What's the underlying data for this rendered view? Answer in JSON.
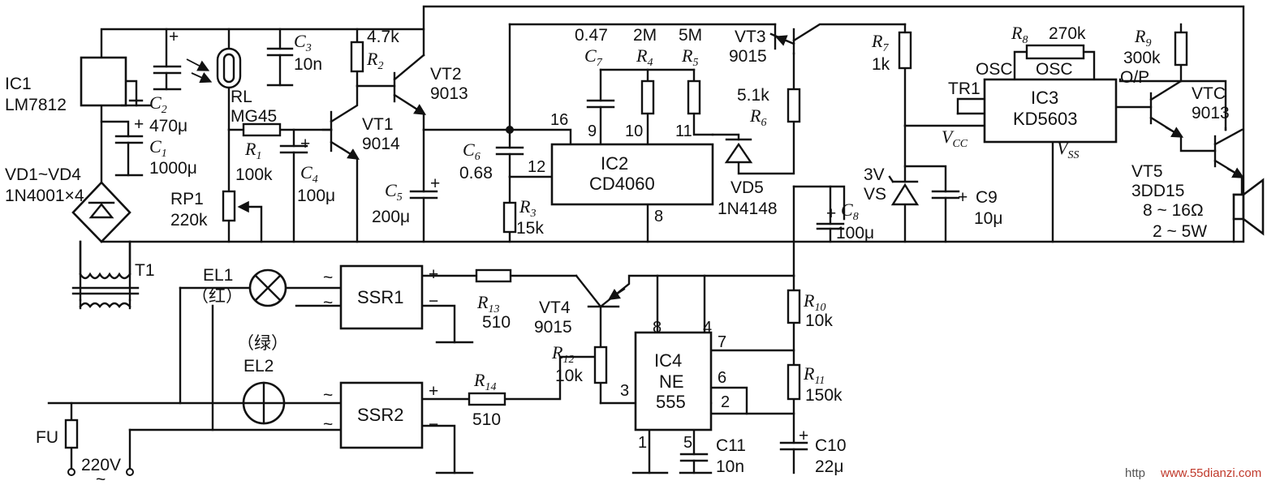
{
  "ic1": {
    "ref": "IC1",
    "part": "LM7812"
  },
  "c2": {
    "ref": "C",
    "n": "2",
    "plus": "+"
  },
  "c3": {
    "ref": "C",
    "n": "3",
    "val": "10n"
  },
  "rl": {
    "ref": "RL",
    "part": "MG45"
  },
  "r1": {
    "ref": "R",
    "n": "1",
    "val": "100k"
  },
  "c4": {
    "ref": "C",
    "n": "4",
    "val": "100μ",
    "plus": "+"
  },
  "rp1": {
    "ref": "RP1",
    "val": "220k"
  },
  "c1": {
    "ref": "C",
    "n": "1",
    "val1": "470μ",
    "val2": "1000μ",
    "plus": "+"
  },
  "bridge": {
    "ref": "VD1~VD4",
    "part": "1N4001×4"
  },
  "t1": {
    "ref": "T1"
  },
  "r2": {
    "val": "4.7k",
    "ref": "R",
    "n": "2"
  },
  "vt2": {
    "ref": "VT2",
    "part": "9013"
  },
  "vt1": {
    "ref": "VT1",
    "part": "9014"
  },
  "c5": {
    "ref": "C",
    "n": "5",
    "val": "200μ",
    "plus": "+"
  },
  "c6": {
    "ref": "C",
    "n": "6",
    "val": "0.68"
  },
  "r3": {
    "ref": "R",
    "n": "3",
    "val": "15k"
  },
  "c7": {
    "val": "0.47",
    "ref": "C",
    "n": "7"
  },
  "r4": {
    "val": "2M",
    "ref": "R",
    "n": "4"
  },
  "r5": {
    "val": "5M",
    "ref": "R",
    "n": "5"
  },
  "ic2": {
    "ref": "IC2",
    "part": "CD4060",
    "pins": {
      "p16": "16",
      "p9": "9",
      "p10": "10",
      "p11": "11",
      "p12": "12",
      "p8": "8"
    }
  },
  "vt3": {
    "ref": "VT3",
    "part": "9015"
  },
  "r6": {
    "val": "5.1k",
    "ref": "R",
    "n": "6"
  },
  "vd5": {
    "ref": "VD5",
    "part": "1N4148"
  },
  "c8": {
    "ref": "C",
    "n": "8",
    "val": "100μ",
    "plus": "+"
  },
  "r7": {
    "ref": "R",
    "n": "7",
    "val": "1k"
  },
  "r8": {
    "ref": "R",
    "n": "8",
    "val": "270k"
  },
  "ic3": {
    "ref": "IC3",
    "part": "KD5603",
    "osc1": "OSC",
    "osc2": "OSC",
    "tr1": "TR1",
    "op": "O/P",
    "vcc": "V",
    "vcc_sub": "CC",
    "vss": "V",
    "vss_sub": "SS"
  },
  "r9": {
    "ref": "R",
    "n": "9",
    "val": "300k"
  },
  "vtc": {
    "ref": "VTC",
    "part": "9013"
  },
  "vt5": {
    "ref": "VT5",
    "part": "3DD15"
  },
  "vs": {
    "ref": "VS",
    "val": "3V"
  },
  "c9": {
    "ref": "C9",
    "val": "10μ",
    "plus": "+"
  },
  "speaker": {
    "imp": "8 ~ 16Ω",
    "pow": "2 ~ 5W"
  },
  "el1": {
    "ref": "EL1",
    "color": "（红）"
  },
  "el2": {
    "ref": "EL2",
    "color": "（绿）"
  },
  "ssr1": {
    "ref": "SSR1",
    "plus": "+",
    "minus": "−",
    "t1": "~",
    "t2": "~"
  },
  "ssr2": {
    "ref": "SSR2",
    "plus": "+",
    "minus": "−",
    "t1": "~",
    "t2": "~"
  },
  "r13": {
    "ref": "R",
    "n": "13",
    "val": "510"
  },
  "r14": {
    "ref": "R",
    "n": "14",
    "val": "510"
  },
  "vt4": {
    "ref": "VT4",
    "part": "9015"
  },
  "r12": {
    "ref": "R",
    "n": "12",
    "val": "10k"
  },
  "ic4": {
    "ref": "IC4",
    "part": "NE",
    "part2": "555",
    "pins": {
      "p8": "8",
      "p4": "4",
      "p7": "7",
      "p6": "6",
      "p2": "2",
      "p3": "3",
      "p1": "1",
      "p5": "5"
    }
  },
  "r10": {
    "ref": "R",
    "n": "10",
    "val": "10k"
  },
  "r11": {
    "ref": "R",
    "n": "11",
    "val": "150k"
  },
  "c11": {
    "ref": "C11",
    "val": "10n"
  },
  "c10": {
    "ref": "C10",
    "val": "22μ",
    "plus": "+"
  },
  "fu": {
    "ref": "FU"
  },
  "mains": {
    "volt": "220V",
    "ac": "~"
  },
  "watermark": {
    "text": "www.55dianzi.com",
    "prefix": "http"
  }
}
